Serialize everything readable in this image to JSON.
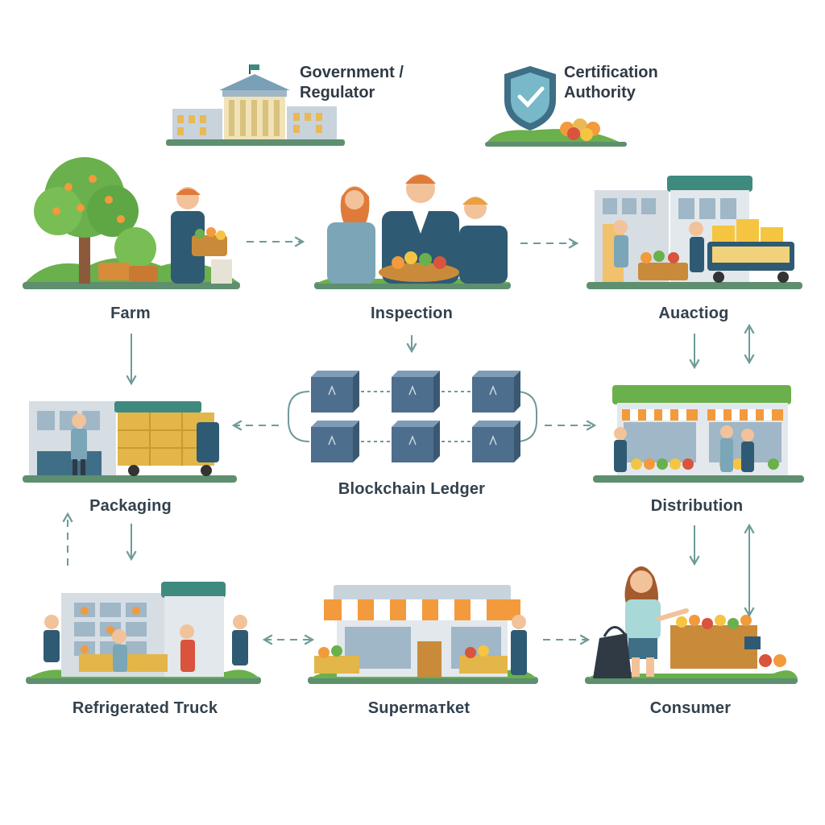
{
  "top": {
    "government": {
      "line1": "Government /",
      "line2": "Regulator"
    },
    "certification": {
      "line1": "Certification",
      "line2": "Authority"
    }
  },
  "nodes": {
    "farm": "Farm",
    "inspection": "Inspection",
    "auctioning": "Auactiog",
    "packaging": "Packaging",
    "blockchain": "Blockchain Ledger",
    "distribution": "Distribution",
    "refrigerated_truck": "Refrigerated Truck",
    "supermarket": "Supermaтket",
    "consumer": "Consumer"
  },
  "colors": {
    "arrow": "#6e9b98",
    "block": "#4d6e8c",
    "grass": "#6ab04c",
    "ground": "#5e8f6e",
    "orange": "#f39a3c",
    "teal": "#3f8a7e"
  },
  "icons": [
    "government-building-icon",
    "shield-check-icon",
    "blockchain-cube-icon"
  ]
}
